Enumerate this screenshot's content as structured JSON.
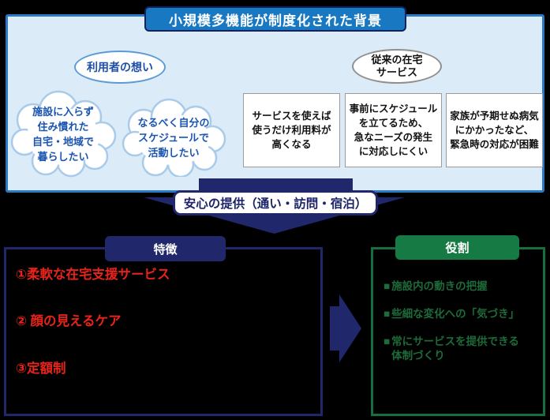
{
  "page": {
    "title": "小規模多機能が制度化された背景"
  },
  "background": {
    "user_wishes_label": "利用者の想い",
    "cloud1": {
      "line1": "施設に入らず",
      "line2": "住み慣れた",
      "line3": "自宅・地域で",
      "line4": "暮らしたい"
    },
    "cloud2": {
      "line1": "なるべく自分の",
      "line2": "スケジュールで",
      "line3": "活動したい"
    },
    "conventional_label": {
      "line1": "従来の在宅",
      "line2": "サービス"
    },
    "issue1": {
      "line1": "サービスを使えば",
      "line2": "使うだけ利用料が",
      "line3": "高くなる"
    },
    "issue2": {
      "line1": "事前にスケジュール",
      "line2": "を立てるため、",
      "line3": "急なニーズの発生",
      "line4": "に対応しにくい"
    },
    "issue3": {
      "line1": "家族が予期せぬ病気",
      "line2": "にかかったなど、",
      "line3": "緊急時の対応が困難"
    }
  },
  "banner": {
    "label": "安心の提供（通い・訪問・宿泊）"
  },
  "features": {
    "tab": "特徴",
    "item1": "①柔軟な在宅支援サービス",
    "item2": "② 顔の見えるケア",
    "item3": "③定額制"
  },
  "roles": {
    "tab": "役割",
    "bullet": "■",
    "item1": "施設内の動きの把握",
    "item2": "些細な変化への「気づき」",
    "item3_line1": "常にサービスを提供できる",
    "item3_line2": "体制づくり"
  },
  "colors": {
    "panel_background": "#dbecf8",
    "panel_border": "#2b79c2",
    "title_blue": "#1878c2",
    "navy": "#20276b",
    "green": "#157a43",
    "red": "#e8231a",
    "cloud_stroke": "#a9cbe9"
  }
}
